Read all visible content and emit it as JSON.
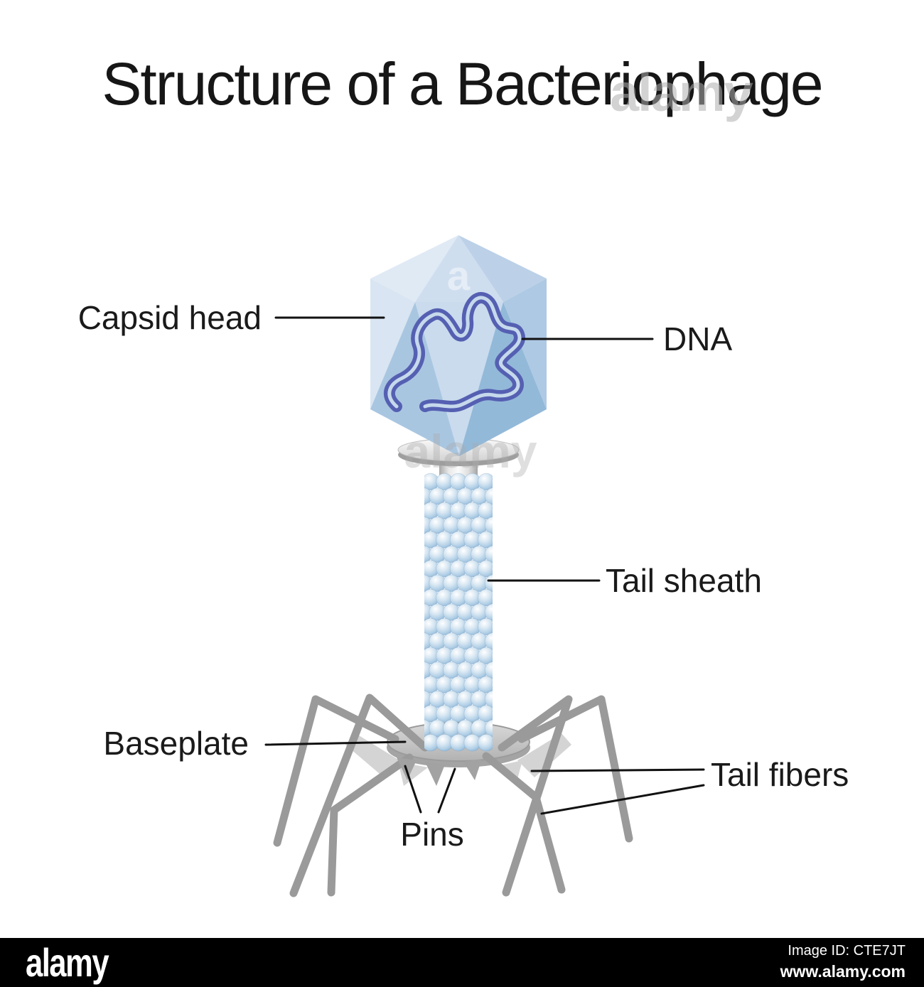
{
  "page": {
    "title": "Structure of a Bacteriophage"
  },
  "diagram": {
    "labels": {
      "capsid_head": "Capsid head",
      "dna": "DNA",
      "tail_sheath": "Tail sheath",
      "baseplate": "Baseplate",
      "pins": "Pins",
      "tail_fibers": "Tail fibers"
    },
    "colors": {
      "capsid_facet_light": "#dfeaf5",
      "capsid_facet_mid": "#c9dbed",
      "capsid_facet_dark": "#9abedd",
      "dna_strand": "#5560b2",
      "dna_gap": "#c6d9ec",
      "sheath_bead": "#c6ddee",
      "collar_gray": "#c9c9c9",
      "baseplate_gray": "#bdbdbd",
      "fiber_gray": "#9a9a9a",
      "leader_line": "#111111",
      "text": "#1a1a1a"
    }
  },
  "watermark": {
    "brand": "alamy",
    "head_letter": "a"
  },
  "footer": {
    "logo": "alamy",
    "image_id": "Image ID: CTE7JT",
    "website": "www.alamy.com",
    "background": "#000000"
  }
}
